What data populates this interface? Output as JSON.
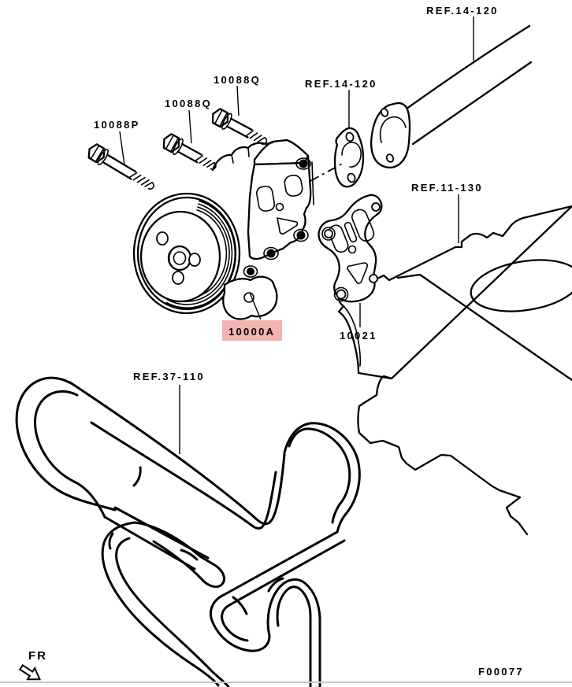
{
  "colors": {
    "line": "#000000",
    "background": "#ffffff",
    "highlight": "#f2b3b3",
    "divider": "#c9c9c9"
  },
  "callouts": {
    "bolt_p": "10088P",
    "bolt_q1": "10088Q",
    "bolt_q2": "10088Q",
    "ref_pipe": "REF.14-120",
    "ref_outlet_gasket": "REF.14-120",
    "ref_engine_block": "REF.11-130",
    "pump": "10000A",
    "gasket": "10021",
    "ref_belt": "REF.37-110"
  },
  "footer": {
    "orientation_label": "FR",
    "figure_code": "F00077"
  }
}
